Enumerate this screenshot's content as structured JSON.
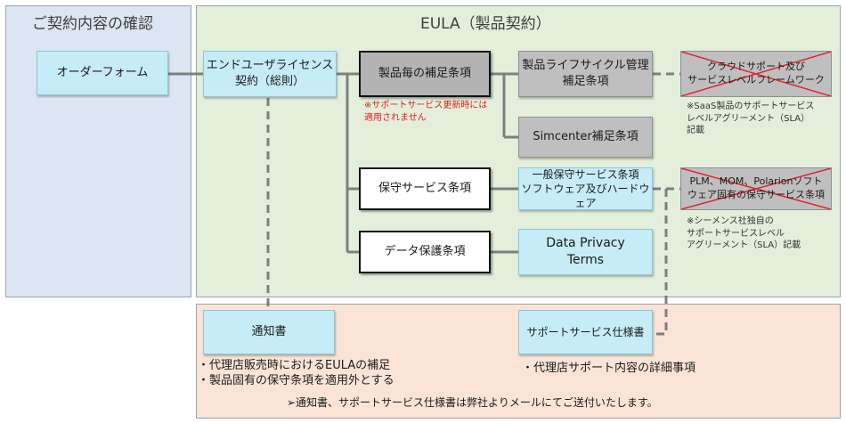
{
  "panels": {
    "contract_title": "ご契約内容の確認",
    "eula_title": "EULA（製品契約）"
  },
  "boxes": {
    "order_form": "オーダーフォーム",
    "enduser_license": "エンドユーザライセンス\n契約（総則）",
    "product_supplement": "製品毎の補足条項",
    "lifecycle_supplement": "製品ライフサイクル管理\n補足条項",
    "simcenter_supplement": "Simcenter補足条項",
    "cloud_support": "クラウドサポート及び\nサービスレベルフレームワーク",
    "maintenance_terms": "保守サービス条項",
    "general_maintenance": "一般保守サービス条項\nソフトウェア及びハードウェア",
    "plm_maintenance": "PLM、MOM、Polarionソフト\nウェア固有の保守サービス条項",
    "data_protection": "データ保護条項",
    "data_privacy_terms": "Data Privacy\nTerms",
    "notice": "通知書",
    "support_spec": "サポートサービス仕様書"
  },
  "notes": {
    "renewal_note": "※サポートサービス更新時には\n適用されません",
    "saas_note": "※SaaS製品のサポートサービス\nレベルアグリーメント（SLA）\n記載",
    "siemens_note": "※シーメンス社独自の\nサポートサービスレベル\nアグリーメント（SLA）記載"
  },
  "notice_bullets": [
    "・代理店販売時におけるEULAの補足",
    "・製品固有の保守条項を適用外とする"
  ],
  "support_bullets": [
    "・代理店サポート内容の詳細事項"
  ],
  "footnote": "➢通知書、サポートサービス仕様書は弊社よりメールにてご送付いたします。",
  "colors": {
    "contract_panel": "#dce6f2",
    "eula_panel": "#e3efda",
    "notice_panel": "#fbe4d6",
    "blue_box": "#c6ecf7",
    "gray_box": "#bfbfbf",
    "cross_red": "#e0202a",
    "note_red": "#e02020",
    "connector": "#7f7f7f"
  }
}
